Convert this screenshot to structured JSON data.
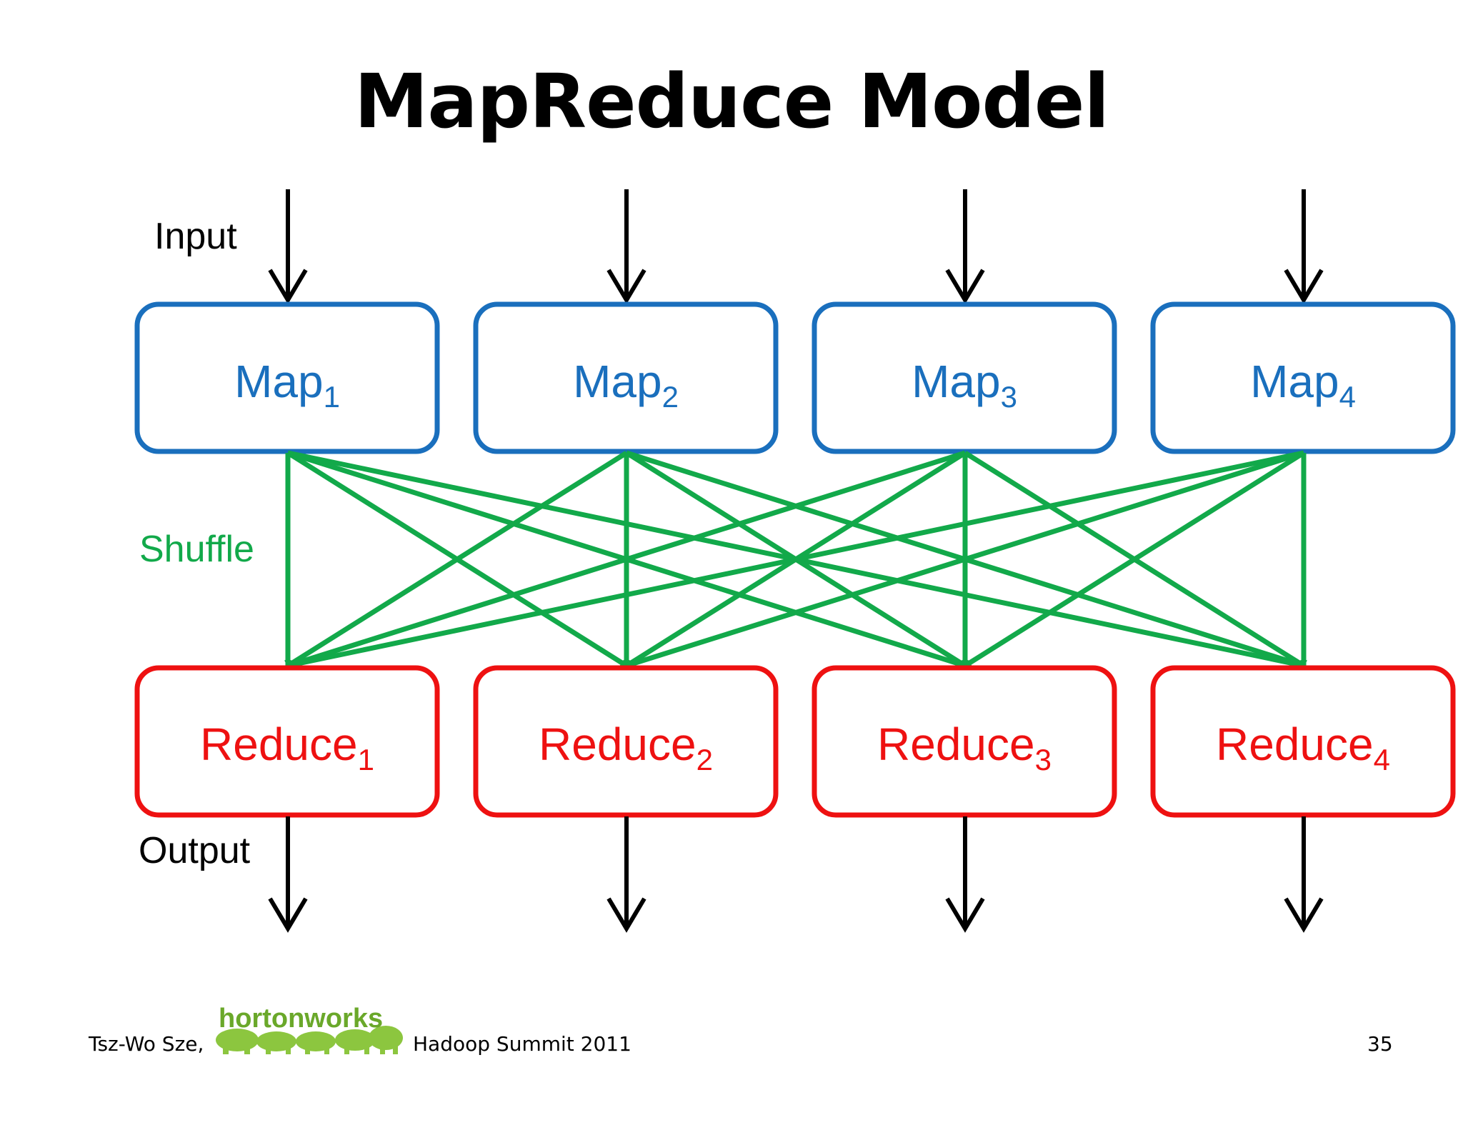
{
  "slide": {
    "title": "MapReduce Model",
    "input_label": "Input",
    "shuffle_label": "Shuffle",
    "output_label": "Output"
  },
  "maps": [
    {
      "name": "Map",
      "sub": "1"
    },
    {
      "name": "Map",
      "sub": "2"
    },
    {
      "name": "Map",
      "sub": "3"
    },
    {
      "name": "Map",
      "sub": "4"
    }
  ],
  "reduces": [
    {
      "name": "Reduce",
      "sub": "1"
    },
    {
      "name": "Reduce",
      "sub": "2"
    },
    {
      "name": "Reduce",
      "sub": "3"
    },
    {
      "name": "Reduce",
      "sub": "4"
    }
  ],
  "footer": {
    "author": "Tsz-Wo Sze,",
    "logo_text": "hortonworks",
    "event": "Hadoop Summit 2011",
    "page_number": "35"
  },
  "colors": {
    "map": "#1a6fbd",
    "reduce": "#ee1111",
    "shuffle": "#12a94a",
    "arrow": "#000000",
    "logo": "#8cc63f"
  }
}
